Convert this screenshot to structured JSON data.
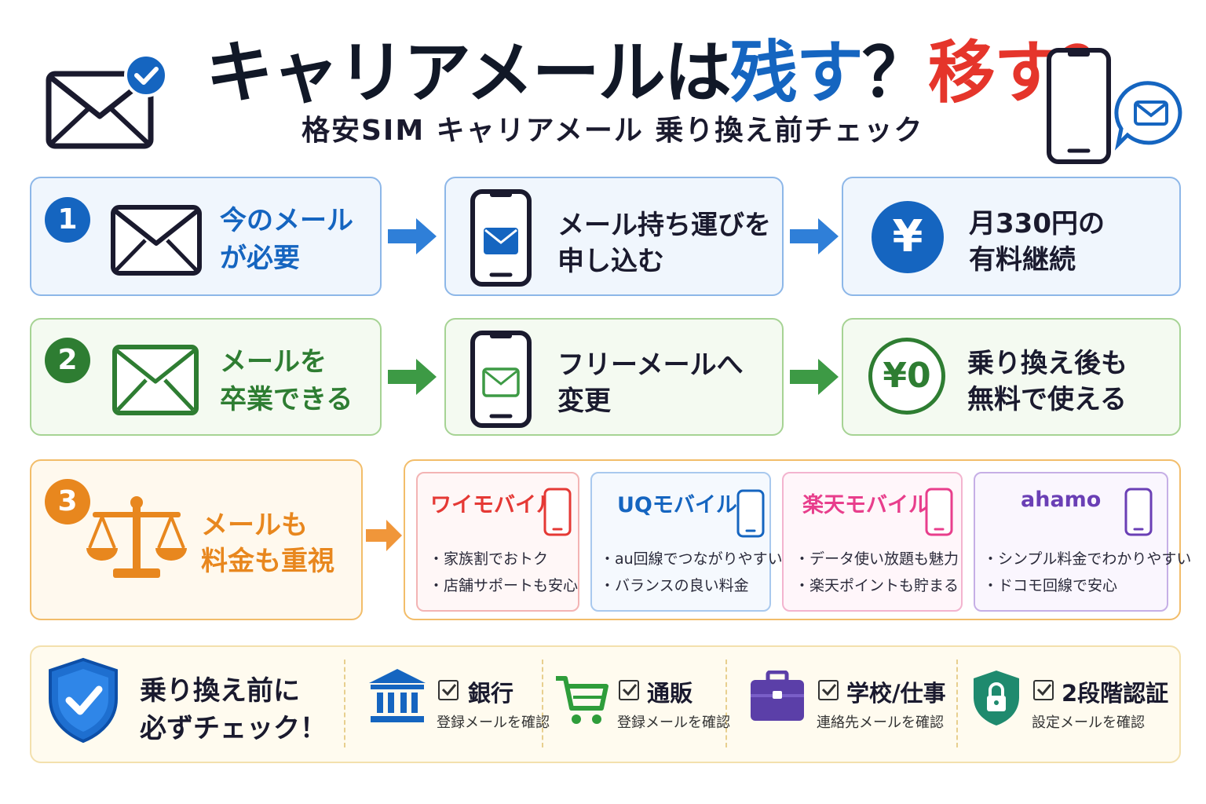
{
  "header": {
    "title_part1": "キャリアメールは",
    "title_part2": "残す",
    "title_part3": "？",
    "title_part4": "移す？",
    "subtitle": "格安SIM キャリアメール 乗り換え前チェック"
  },
  "rows": [
    {
      "number": "1",
      "step1": [
        "今のメール",
        "が必要"
      ],
      "step2": [
        "メール持ち運びを",
        "申し込む"
      ],
      "step3": [
        "月330円の",
        "有料継続"
      ],
      "badge": "¥"
    },
    {
      "number": "2",
      "step1": [
        "メールを",
        "卒業できる"
      ],
      "step2": [
        "フリーメールへ",
        "変更"
      ],
      "step3": [
        "乗り換え後も",
        "無料で使える"
      ],
      "badge": "¥0"
    },
    {
      "number": "3",
      "step1": [
        "メールも",
        "料金も重視"
      ]
    }
  ],
  "carriers": [
    {
      "name": "ワイモバイル",
      "color": "#e53935",
      "bullets": [
        "・家族割でおトク",
        "・店舗サポートも安心"
      ]
    },
    {
      "name": "UQモバイル",
      "color": "#1565c0",
      "bullets": [
        "・au回線でつながりやすい",
        "・バランスの良い料金"
      ]
    },
    {
      "name": "楽天モバイル",
      "color": "#e83e8c",
      "bullets": [
        "・データ使い放題も魅力",
        "・楽天ポイントも貯まる"
      ]
    },
    {
      "name": "ahamo",
      "color": "#6a3fb5",
      "bullets": [
        "・シンプル料金でわかりやすい",
        "・ドコモ回線で安心"
      ]
    }
  ],
  "checklist": {
    "title": [
      "乗り換え前に",
      "必ずチェック！"
    ],
    "items": [
      {
        "label": "銀行",
        "sub": "登録メールを確認",
        "icon": "bank-icon"
      },
      {
        "label": "通販",
        "sub": "登録メールを確認",
        "icon": "cart-icon"
      },
      {
        "label": "学校/仕事",
        "sub": "連絡先メールを確認",
        "icon": "briefcase-icon"
      },
      {
        "label": "2段階認証",
        "sub": "設定メールを確認",
        "icon": "lock-shield-icon"
      }
    ]
  },
  "colors": {
    "blue": "#1565c0",
    "red": "#e5352b",
    "green": "#2e7d32",
    "orange": "#e8871e"
  }
}
